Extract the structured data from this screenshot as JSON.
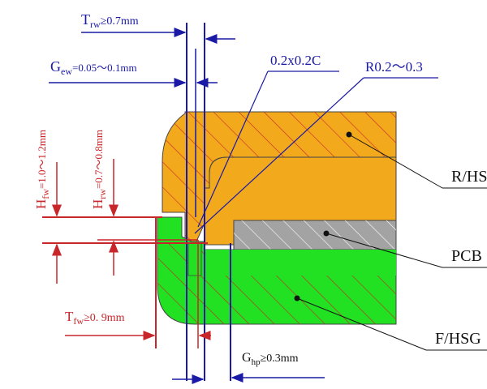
{
  "labels": {
    "trw_main": "T",
    "trw_sub": "rw",
    "trw_val": "≥0.7mm",
    "gew_main": "G",
    "gew_sub": "ew",
    "gew_val": "=0.05～0.1mm",
    "chamfer": "0.2x0.2C",
    "radius": "R0.2～0.3",
    "hfw_main": "H",
    "hfw_sub": "fw",
    "hfw_val": "=1.0～1.2mm",
    "hrw_main": "H",
    "hrw_sub": "rw",
    "hrw_val": "=0.7～0.8mm",
    "tfw_main": "T",
    "tfw_sub": "fw",
    "tfw_val": "≥0. 9mm",
    "ghp_main": "G",
    "ghp_sub": "hp",
    "ghp_val": "≥0.3mm",
    "part_rear": "R/HS",
    "part_pcb": "PCB",
    "part_front": "F/HSG"
  },
  "colors": {
    "rear_housing": "#f2a91c",
    "pcb": "#a3a3a3",
    "front_housing": "#22e022",
    "hatch": "#c8262a",
    "dimension_blue": "#1a1aa6",
    "dimension_red": "#c8262a"
  }
}
